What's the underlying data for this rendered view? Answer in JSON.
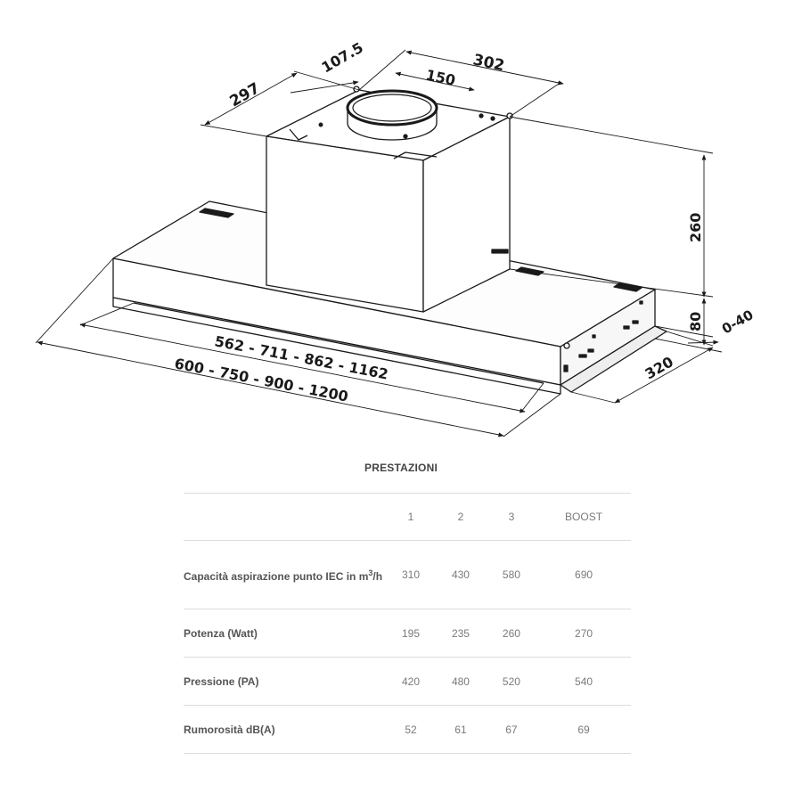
{
  "drawing": {
    "dimensions": {
      "d297": "297",
      "d107": "107.5",
      "d302": "302",
      "d150": "150",
      "d260": "260",
      "d80": "80",
      "d040": "0-40",
      "d320": "320",
      "inner_widths": "562 - 711 - 862 - 1162",
      "outer_widths": "600 - 750 - 900 - 1200"
    }
  },
  "performance": {
    "title": "PRESTAZIONI",
    "columns": [
      "1",
      "2",
      "3",
      "BOOST"
    ],
    "rows": [
      {
        "label": "Capacità aspirazione punto IEC in m",
        "label_sup": "3",
        "label_tail": "/h",
        "values": [
          "310",
          "430",
          "580",
          "690"
        ]
      },
      {
        "label": "Potenza (Watt)",
        "values": [
          "195",
          "235",
          "260",
          "270"
        ]
      },
      {
        "label": "Pressione (PA)",
        "values": [
          "420",
          "480",
          "520",
          "540"
        ]
      },
      {
        "label": "Rumorosità dB(A)",
        "values": [
          "52",
          "61",
          "67",
          "69"
        ]
      }
    ]
  }
}
